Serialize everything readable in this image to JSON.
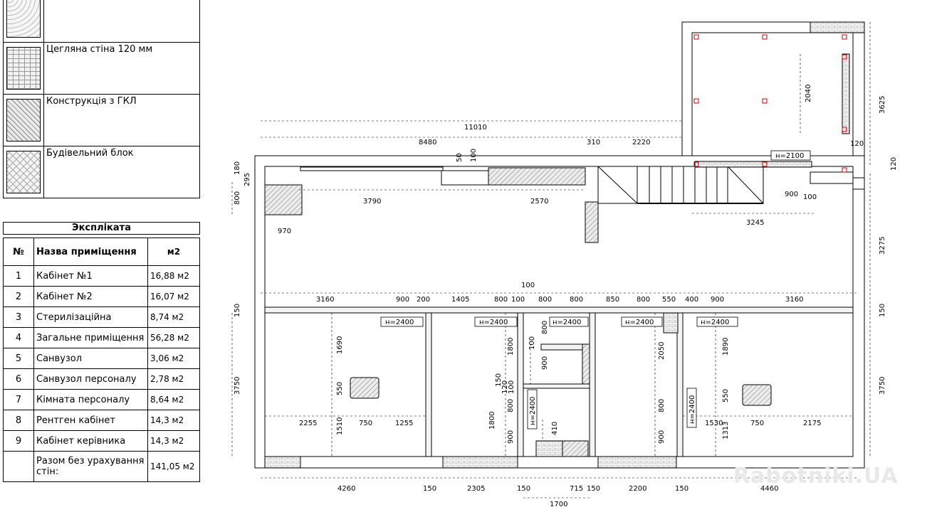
{
  "legend": [
    {
      "icon": "concrete-swatch",
      "label": ""
    },
    {
      "icon": "brick-swatch",
      "label": "Цегляна стіна 120 мм"
    },
    {
      "icon": "gkl-swatch",
      "label": "Конструкція з ГКЛ"
    },
    {
      "icon": "block-swatch",
      "label": "Будівельний блок"
    }
  ],
  "explication": {
    "title": "Экспліката",
    "headers": {
      "num": "№",
      "name": "Назва приміщення",
      "area": "м2"
    },
    "rows": [
      {
        "num": "1",
        "name": "Кабінет №1",
        "area": "16,88 м2"
      },
      {
        "num": "2",
        "name": "Кабінет №2",
        "area": "16,07 м2"
      },
      {
        "num": "3",
        "name": "Стерилізаційна",
        "area": "8,74 м2"
      },
      {
        "num": "4",
        "name": "Загальне приміщення",
        "area": "56,28 м2"
      },
      {
        "num": "5",
        "name": "Санвузол",
        "area": "3,06 м2"
      },
      {
        "num": "6",
        "name": "Санвузол персоналу",
        "area": "2,78 м2"
      },
      {
        "num": "7",
        "name": "Кімната персоналу",
        "area": "8,64 м2"
      },
      {
        "num": "8",
        "name": "Рентген кабінет",
        "area": "14,3 м2"
      },
      {
        "num": "9",
        "name": "Кабінет керівника",
        "area": "14,3 м2"
      }
    ],
    "total": {
      "name": "Разом без урахування стін:",
      "area": "141,05 м2"
    }
  },
  "plan": {
    "dims_top": {
      "d11010": "11010",
      "d8480": "8480",
      "d310": "310",
      "d2220": "2220",
      "d50": "50",
      "d100a": "100",
      "d3790": "3790",
      "d2570": "2570",
      "d180": "180",
      "d295": "295",
      "d800": "800",
      "d970": "970",
      "d900a": "900",
      "d100b": "100",
      "d3245": "3245"
    },
    "dims_annex": {
      "d2040": "2040",
      "d3625": "3625",
      "d120a": "120",
      "d120b": "120",
      "d3275": "3275"
    },
    "dims_mid": {
      "d100c": "100",
      "d3160a": "3160",
      "d900b": "900",
      "d200": "200",
      "d1405": "1405",
      "d800a": "800",
      "d100d": "100",
      "d800b": "800",
      "d800c": "800",
      "d850": "850",
      "d800d": "800",
      "d550a": "550",
      "d400": "400",
      "d900c": "900",
      "d3160b": "3160",
      "d150a": "150",
      "d150b": "150"
    },
    "dims_rooms": {
      "d1690": "1690",
      "d550b": "550",
      "d2255": "2255",
      "d750a": "750",
      "d1255": "1255",
      "d1510": "1510",
      "d1800a": "1800",
      "d150c": "150",
      "d120c": "120",
      "d100e": "100",
      "d800e": "800",
      "d1800b": "1800",
      "d900d": "900",
      "d800f": "800",
      "d100f": "100",
      "d900e": "900",
      "d410": "410",
      "d2050": "2050",
      "d800g": "800",
      "d900f": "900",
      "d1890": "1890",
      "d550c": "550",
      "d1530": "1530",
      "d750b": "750",
      "d2175": "2175",
      "d1313": "1313",
      "d3750a": "3750",
      "d3750b": "3750"
    },
    "dims_bottom": {
      "d4260": "4260",
      "d150d": "150",
      "d2305": "2305",
      "d150e": "150",
      "d715": "715",
      "d150f": "150",
      "d2200": "2200",
      "d150g": "150",
      "d4460": "4460",
      "d1700": "1700"
    },
    "heights": {
      "h2100": "н=2100",
      "h2400a": "н=2400",
      "h2400b": "н=2400",
      "h2400c": "н=2400",
      "h2400d": "н=2400",
      "h2400e": "н=2400",
      "h2400v1": "н=2400",
      "h2400v2": "н=2400"
    }
  },
  "watermark": "Rabotniki.UA"
}
